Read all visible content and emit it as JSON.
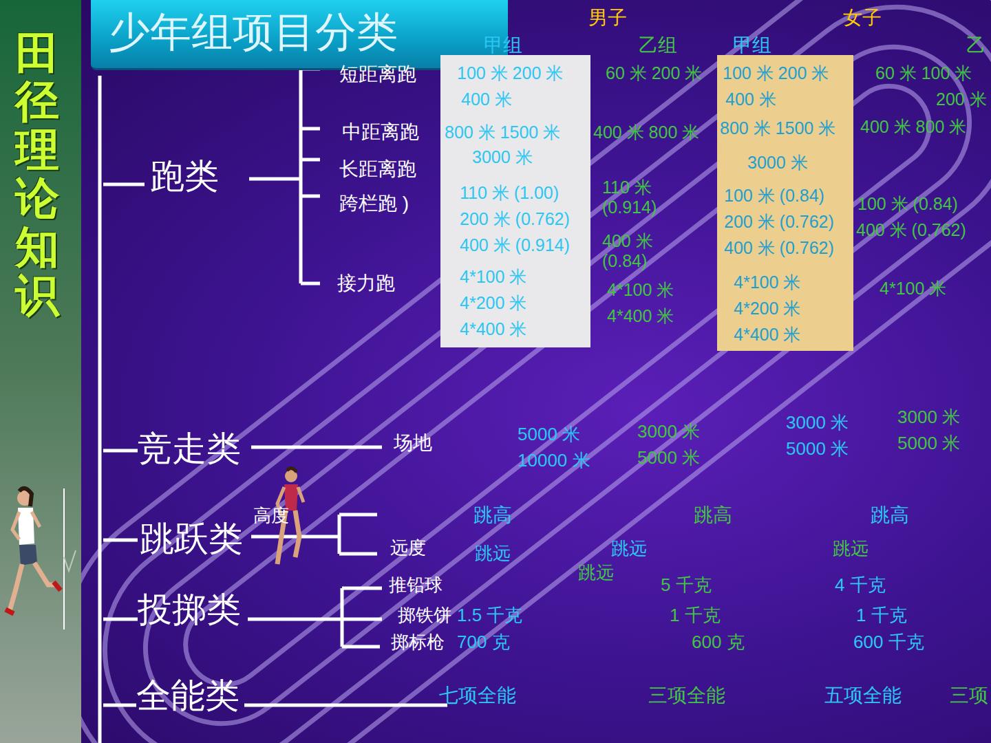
{
  "diagram": {
    "title": "少年组项目分类",
    "nodes": [
      {
        "text": [
          "少年组项目分类"
        ]
      },
      {
        "text": [
          "田径理论知识"
        ]
      },
      {
        "text": [
          "100 米  200 米",
          "400 米",
          "800 米  1500 米",
          "3000 米",
          "110 米 (1.00)",
          "200 米 (0.762)",
          "400 米 (0.914)",
          "4*100 米",
          "4*200 米",
          "4*400 米"
        ]
      },
      {
        "text": [
          "100 米  200 米",
          "400 米",
          "800 米 1500 米",
          "3000 米",
          "100 米 (0.84)",
          "200 米 (0.762)",
          "400 米 (0.762)",
          "4*100 米",
          "4*200 米",
          "4*400 米"
        ]
      }
    ],
    "edges": [],
    "labels": [
      "男子",
      "女子",
      "甲组",
      "乙组",
      "甲组",
      "乙",
      "短距离跑",
      "中距离跑",
      "长距离跑",
      "跨栏跑 )",
      "接力跑",
      "跑类",
      "竞走类",
      "跳跃类",
      "投掷类",
      "全能类",
      "场地",
      "高度",
      "远度",
      "推铅球",
      "掷铁饼",
      "掷标枪",
      "60 米  200 米",
      "400 米  800 米",
      "110 米 (0.914)",
      "400 米 (0.84)",
      "4*100 米",
      "4*400 米",
      "60  米 100 米",
      "200 米",
      "400 米  800 米",
      "100 米 (0.84)",
      "400 米 (0.762)",
      "4*100 米",
      "5000 米",
      "10000 米",
      "3000 米",
      "5000 米",
      "3000 米",
      "5000 米",
      "3000 米",
      "5000 米",
      "跳高",
      "跳高",
      "跳高",
      "跳远",
      "跳远",
      "跳远",
      "跳远",
      "5 千克",
      "4 千克",
      "1.5 千克",
      "1 千克",
      "1 千克",
      "700 克",
      "600 克",
      "600 千克",
      "七项全能",
      "三项全能",
      "五项全能",
      "三项"
    ]
  }
}
